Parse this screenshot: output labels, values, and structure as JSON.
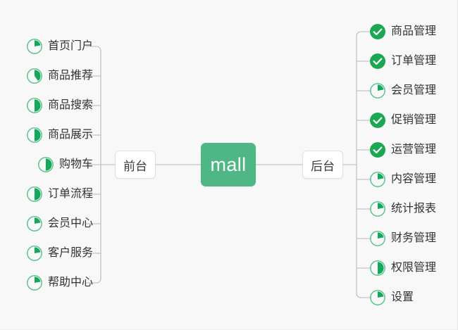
{
  "diagram": {
    "type": "mind-map",
    "background_color": "#f8f8f8",
    "accent_color": "#4fb786",
    "check_color": "#1aa852",
    "text_color": "#333333",
    "center": {
      "label": "mall"
    },
    "branches": [
      {
        "id": "front",
        "label": "前台",
        "side": "left"
      },
      {
        "id": "back",
        "label": "后台",
        "side": "right"
      }
    ],
    "left_items": [
      {
        "label": "首页门户",
        "icon": "pie-progress-icon",
        "progress": 22
      },
      {
        "label": "商品推荐",
        "icon": "pie-progress-icon",
        "progress": 40
      },
      {
        "label": "商品搜索",
        "icon": "pie-progress-icon",
        "progress": 50
      },
      {
        "label": "商品展示",
        "icon": "pie-progress-icon",
        "progress": 50
      },
      {
        "label": "购物车",
        "icon": "pie-progress-icon",
        "progress": 50
      },
      {
        "label": "订单流程",
        "icon": "pie-progress-icon",
        "progress": 50
      },
      {
        "label": "会员中心",
        "icon": "pie-progress-icon",
        "progress": 22
      },
      {
        "label": "客户服务",
        "icon": "pie-progress-icon",
        "progress": 22
      },
      {
        "label": "帮助中心",
        "icon": "pie-progress-icon",
        "progress": 22
      }
    ],
    "right_items": [
      {
        "label": "商品管理",
        "icon": "check-circle-icon",
        "progress": 100
      },
      {
        "label": "订单管理",
        "icon": "check-circle-icon",
        "progress": 100
      },
      {
        "label": "会员管理",
        "icon": "pie-progress-icon",
        "progress": 22
      },
      {
        "label": "促销管理",
        "icon": "check-circle-icon",
        "progress": 100
      },
      {
        "label": "运营管理",
        "icon": "check-circle-icon",
        "progress": 100
      },
      {
        "label": "内容管理",
        "icon": "pie-progress-icon",
        "progress": 22
      },
      {
        "label": "统计报表",
        "icon": "pie-progress-icon",
        "progress": 22
      },
      {
        "label": "财务管理",
        "icon": "pie-progress-icon",
        "progress": 22
      },
      {
        "label": "权限管理",
        "icon": "pie-progress-icon",
        "progress": 50
      },
      {
        "label": "设置",
        "icon": "pie-progress-icon",
        "progress": 22
      }
    ]
  }
}
